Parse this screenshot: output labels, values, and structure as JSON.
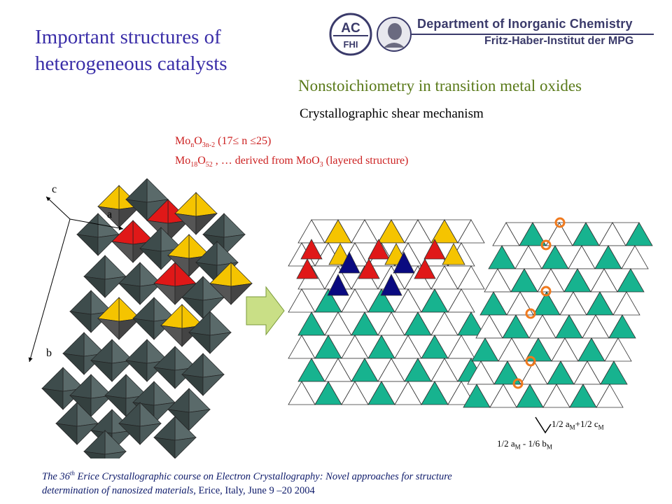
{
  "title": {
    "line1": "Important structures of",
    "line2": "heterogeneous catalysts"
  },
  "logo": {
    "mark_top": "AC",
    "mark_bottom": "FHI",
    "department": "Department of Inorganic Chemistry",
    "institute": "Fritz-Haber-Institut der MPG"
  },
  "subtitle": "Nonstoichiometry in transition metal oxides",
  "mechanism": "Crystallographic shear mechanism",
  "formula": {
    "l1_a": "Mo",
    "l1_sub1": "n",
    "l1_b": "O",
    "l1_sub2": "3n-2",
    "l1_c": " (17≤ n ≤25)",
    "l2_a": "Mo",
    "l2_sub1": "18",
    "l2_b": "O",
    "l2_sub2": "52",
    "l2_c": " , …  derived from MoO",
    "l2_sub3": "3",
    "l2_d": " (layered structure)"
  },
  "axes": {
    "c": "c",
    "a": "a",
    "b": "b"
  },
  "vectors": {
    "v1_a": "1/2 a",
    "v1_s1": "M",
    "v1_b": "+1/2 c",
    "v1_s2": "M",
    "v2_a": "1/2 a",
    "v2_s1": "M",
    "v2_b": " - 1/6 b",
    "v2_s2": "M"
  },
  "footer": {
    "t1": "The 36",
    "sup": "th",
    "t2": " Erice Crystallographic course on Electron Crystallography: Novel approaches for structure",
    "t3": "determination of nanosized materials,",
    "t4": " Erice, Italy, June 9 –20 2004"
  },
  "colors": {
    "title": "#3a2ea8",
    "subtitle": "#5a7a1a",
    "formula": "#cc2020",
    "teal": "#17b38f",
    "yellow": "#f5c400",
    "red": "#e01818",
    "navy": "#0a0a80",
    "arrow_fill": "#c9df86",
    "marker": "#f07a1e",
    "polyhedra": "#4a5a5a"
  }
}
